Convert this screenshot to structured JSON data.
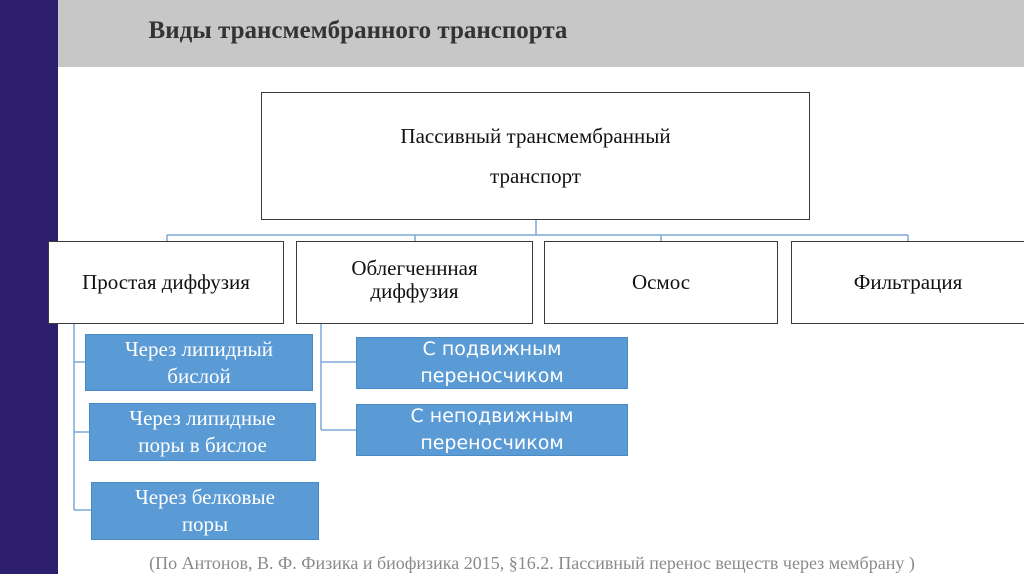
{
  "header": {
    "title": "Виды трансмембранного транспорта"
  },
  "root": {
    "line1": "Пассивный трансмембранный",
    "line2": "транспорт"
  },
  "categories": [
    {
      "label": "Простая диффузия"
    },
    {
      "line1": "Облегченнная",
      "line2": "диффузия"
    },
    {
      "label": "Осмос"
    },
    {
      "label": "Фильтрация"
    }
  ],
  "simple_diffusion_items": [
    {
      "line1": "Через липидный",
      "line2": "бислой"
    },
    {
      "line1": "Через липидные",
      "line2": "поры в бислое"
    },
    {
      "line1": "Через белковые",
      "line2": "поры"
    }
  ],
  "facilitated_items": [
    {
      "line1": "С подвижным",
      "line2": "переносчиком"
    },
    {
      "line1": "С неподвижным",
      "line2": "переносчиком"
    }
  ],
  "citation": "(По Антонов, В. Ф. Физика и биофизика 2015, §16.2. Пассивный перенос веществ через мембрану )",
  "colors": {
    "sidebar": "#2e1f6e",
    "header_bg": "#c7c7c7",
    "sub_box": "#5b9bd5",
    "connector": "#7ea8d6"
  }
}
